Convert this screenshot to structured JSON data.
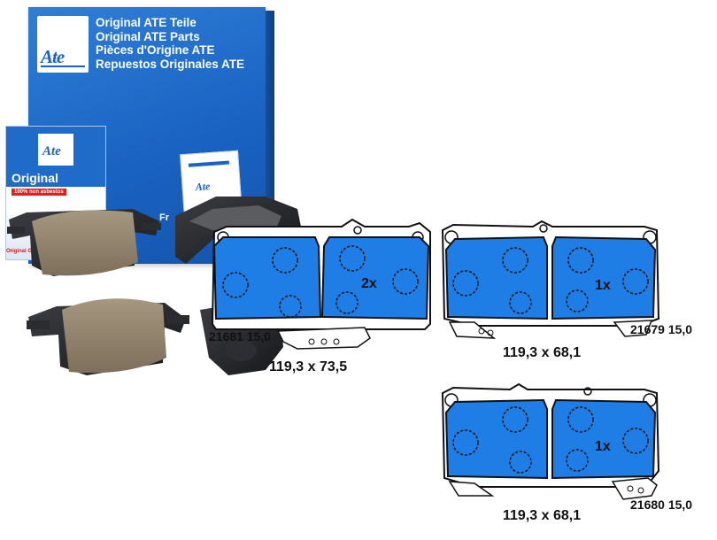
{
  "box": {
    "lines": [
      "Original ATE Teile",
      "Original ATE Parts",
      "Pièces d'Origine ATE",
      "Repuestos Originales ATE"
    ],
    "logo": "Ate",
    "small_box_original": "Original",
    "small_box_asbestos": "100% non asbestos",
    "small_box_red": "Original G",
    "leaflet_logo": "Ate",
    "side_text": "Fr"
  },
  "pads": [
    {
      "part_number": "21681 15,0",
      "dimensions": "119,3 x 73,5",
      "quantity": "2x"
    },
    {
      "part_number": "21679 15,0",
      "dimensions": "119,3 x 68,1",
      "quantity": "1x"
    },
    {
      "part_number": "21680 15,0",
      "dimensions": "119,3 x 68,1",
      "quantity": "1x"
    }
  ],
  "colors": {
    "box_blue": "#1a63c3",
    "pad_blue": "#1e7ee6",
    "pad_outline": "#111111",
    "friction": "#8c7d67"
  }
}
